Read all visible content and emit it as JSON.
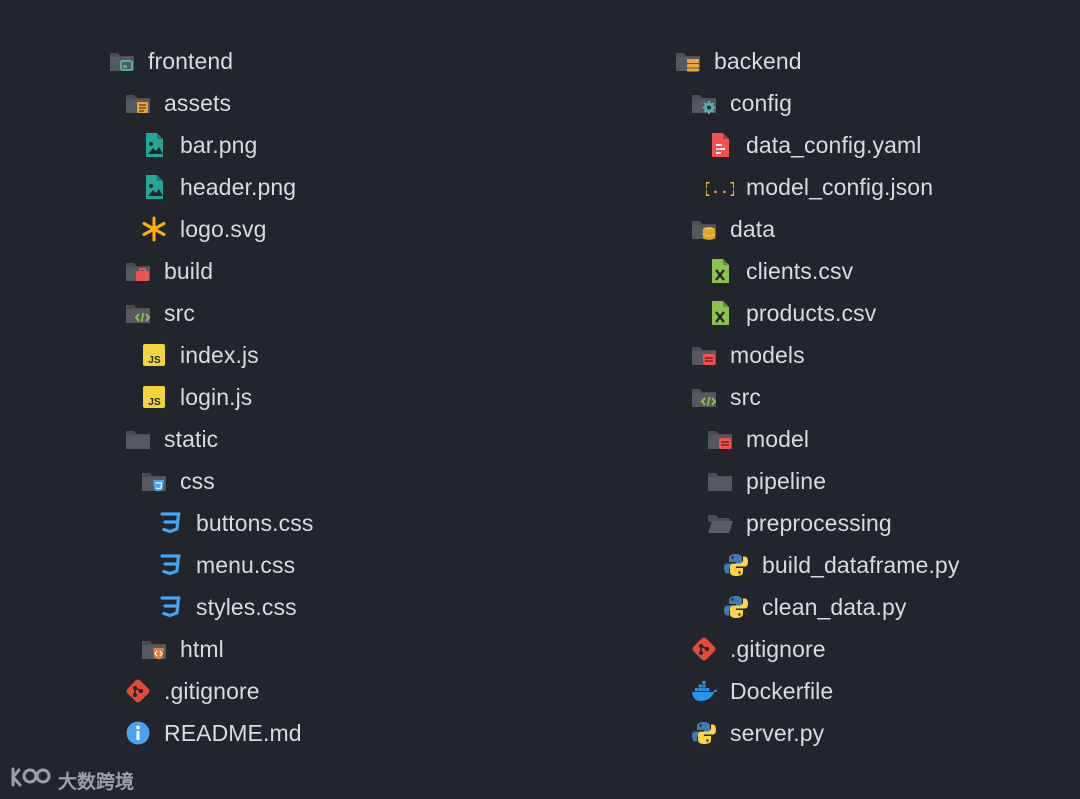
{
  "frontend": [
    {
      "label": "frontend",
      "icon": "folder-component-icon",
      "depth": 0
    },
    {
      "label": "assets",
      "icon": "folder-assets-icon",
      "depth": 1
    },
    {
      "label": "bar.png",
      "icon": "image-file-icon",
      "depth": 2
    },
    {
      "label": "header.png",
      "icon": "image-file-icon",
      "depth": 2
    },
    {
      "label": "logo.svg",
      "icon": "svg-file-icon",
      "depth": 2
    },
    {
      "label": "build",
      "icon": "folder-build-icon",
      "depth": 1
    },
    {
      "label": "src",
      "icon": "folder-src-icon",
      "depth": 1
    },
    {
      "label": "index.js",
      "icon": "js-file-icon",
      "depth": 2
    },
    {
      "label": "login.js",
      "icon": "js-file-icon",
      "depth": 2
    },
    {
      "label": "static",
      "icon": "folder-icon",
      "depth": 1
    },
    {
      "label": "css",
      "icon": "folder-css-icon",
      "depth": 2
    },
    {
      "label": "buttons.css",
      "icon": "css-file-icon",
      "depth": 3
    },
    {
      "label": "menu.css",
      "icon": "css-file-icon",
      "depth": 3
    },
    {
      "label": "styles.css",
      "icon": "css-file-icon",
      "depth": 3
    },
    {
      "label": "html",
      "icon": "folder-html-icon",
      "depth": 2
    },
    {
      "label": ".gitignore",
      "icon": "git-icon",
      "depth": 1
    },
    {
      "label": "README.md",
      "icon": "info-icon",
      "depth": 1
    }
  ],
  "backend": [
    {
      "label": "backend",
      "icon": "folder-server-icon",
      "depth": 0
    },
    {
      "label": "config",
      "icon": "folder-config-icon",
      "depth": 1
    },
    {
      "label": "data_config.yaml",
      "icon": "yaml-file-icon",
      "depth": 2
    },
    {
      "label": "model_config.json",
      "icon": "json-file-icon",
      "depth": 2
    },
    {
      "label": "data",
      "icon": "folder-database-icon",
      "depth": 1
    },
    {
      "label": "clients.csv",
      "icon": "csv-file-icon",
      "depth": 2
    },
    {
      "label": "products.csv",
      "icon": "csv-file-icon",
      "depth": 2
    },
    {
      "label": "models",
      "icon": "folder-models-icon",
      "depth": 1
    },
    {
      "label": "src",
      "icon": "folder-src-icon",
      "depth": 1
    },
    {
      "label": "model",
      "icon": "folder-models-icon",
      "depth": 2
    },
    {
      "label": "pipeline",
      "icon": "folder-icon",
      "depth": 2
    },
    {
      "label": "preprocessing",
      "icon": "folder-open-icon",
      "depth": 2
    },
    {
      "label": "build_dataframe.py",
      "icon": "python-file-icon",
      "depth": 3
    },
    {
      "label": "clean_data.py",
      "icon": "python-file-icon",
      "depth": 3
    },
    {
      "label": ".gitignore",
      "icon": "git-icon",
      "depth": 1
    },
    {
      "label": "Dockerfile",
      "icon": "docker-icon",
      "depth": 1
    },
    {
      "label": "server.py",
      "icon": "python-file-icon",
      "depth": 1
    }
  ],
  "watermark": {
    "text": "大数跨境",
    "icon": "watermark-logo-icon"
  },
  "colors": {
    "background": "#22252c",
    "text": "#d9dbdf",
    "folder": "#4a4d54",
    "teal": "#26a69a",
    "yellow_js": "#f5d33f",
    "css_blue": "#42a5f5",
    "git_red": "#e64a35",
    "csv_green": "#8bc34a",
    "python_blue": "#3d7ab8",
    "python_yellow": "#ffd343",
    "docker_blue": "#2496ed",
    "info_blue": "#4aa3f0"
  }
}
